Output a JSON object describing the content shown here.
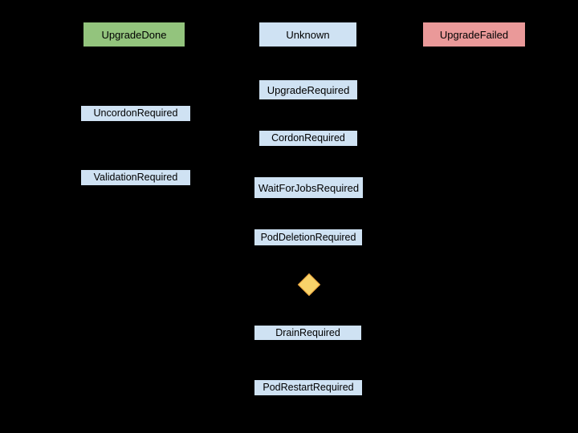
{
  "diagram": {
    "kind": "state-machine",
    "colors": {
      "background": "#000000",
      "state_fill": "#CFE2F3",
      "success_fill": "#93C47D",
      "failure_fill": "#EA9999",
      "decision_fill": "#F8D36A",
      "decision_border": "#EDA43C",
      "text": "#000000"
    },
    "nodes": [
      {
        "id": "upgrade-done",
        "label": "UpgradeDone",
        "fill": "#93C47D"
      },
      {
        "id": "unknown",
        "label": "Unknown",
        "fill": "#CFE2F3"
      },
      {
        "id": "upgrade-failed",
        "label": "UpgradeFailed",
        "fill": "#EA9999"
      },
      {
        "id": "upgrade-required",
        "label": "UpgradeRequired",
        "fill": "#CFE2F3"
      },
      {
        "id": "uncordon-required",
        "label": "UncordonRequired",
        "fill": "#CFE2F3"
      },
      {
        "id": "cordon-required",
        "label": "CordonRequired",
        "fill": "#CFE2F3"
      },
      {
        "id": "validation-required",
        "label": "ValidationRequired",
        "fill": "#CFE2F3"
      },
      {
        "id": "wait-for-jobs-required",
        "label": "WaitForJobsRequired",
        "fill": "#CFE2F3"
      },
      {
        "id": "pod-deletion-required",
        "label": "PodDeletionRequired",
        "fill": "#CFE2F3"
      },
      {
        "id": "drain-required",
        "label": "DrainRequired",
        "fill": "#CFE2F3"
      },
      {
        "id": "pod-restart-required",
        "label": "PodRestartRequired",
        "fill": "#CFE2F3"
      }
    ],
    "decision": {
      "id": "decision-diamond",
      "label": ""
    }
  }
}
